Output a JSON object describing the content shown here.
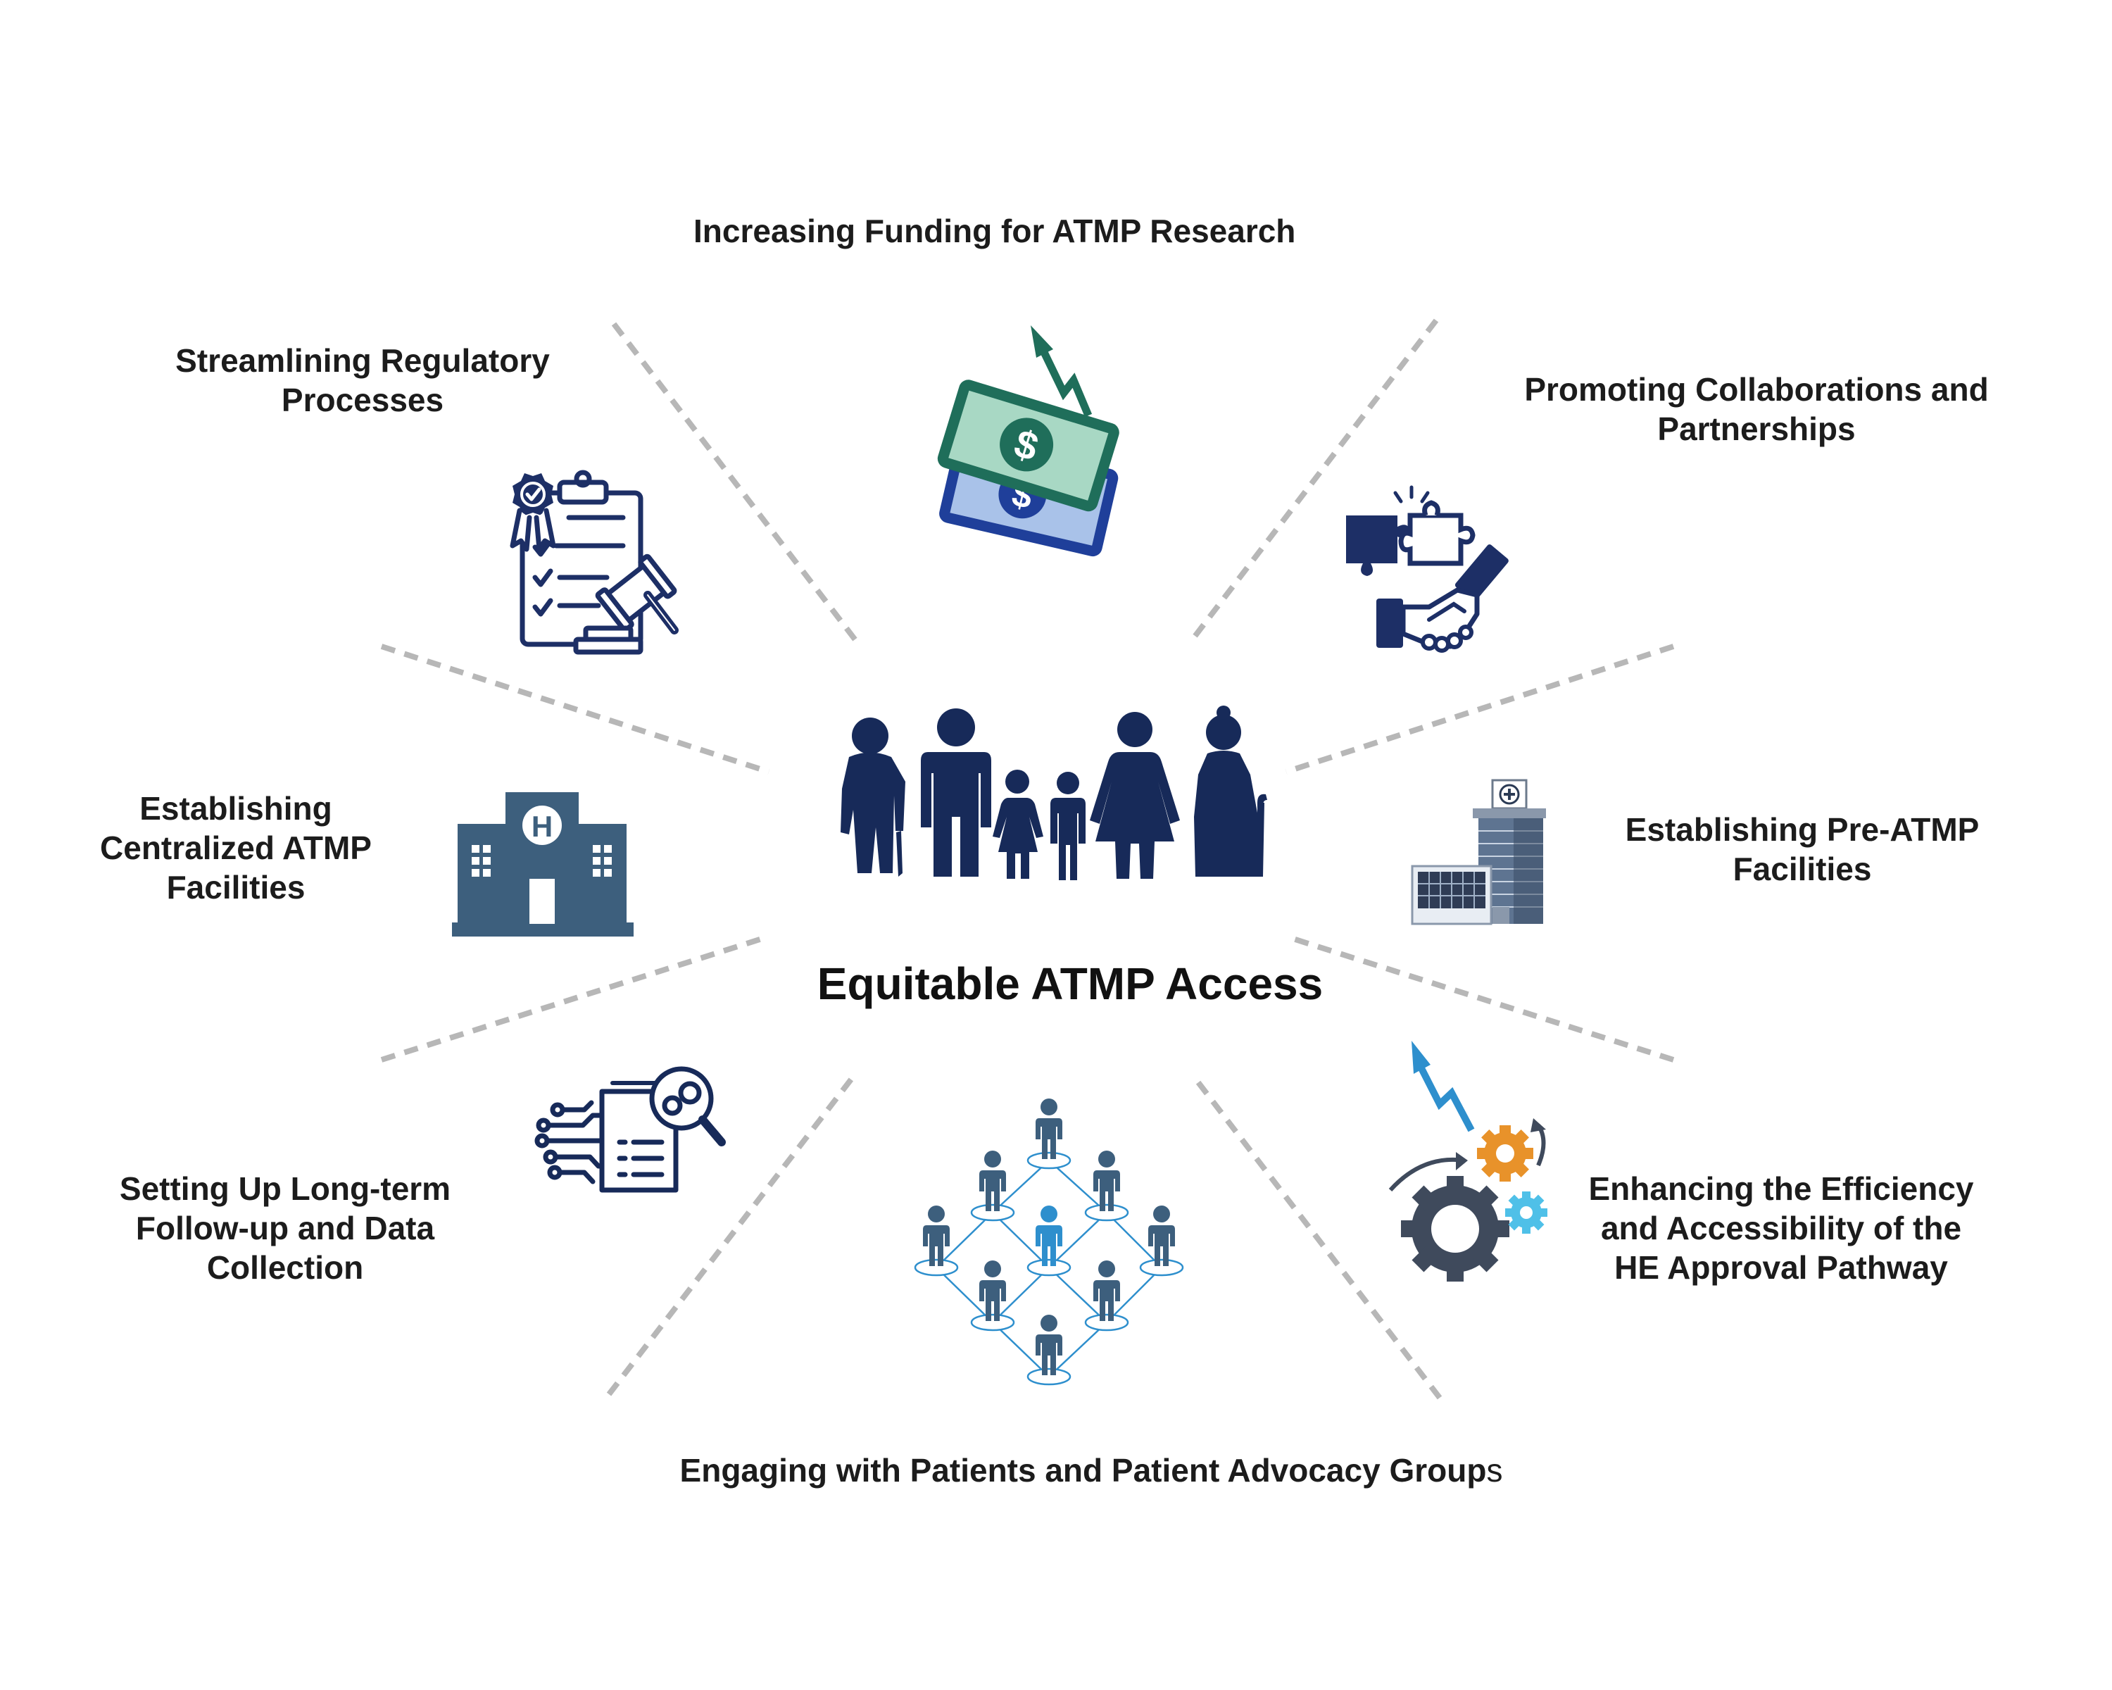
{
  "center": {
    "title": "Equitable ATMP Access"
  },
  "strategies": {
    "funding": {
      "lines": [
        "Increasing Funding for ATMP Research"
      ]
    },
    "regulatory": {
      "lines": [
        "Streamlining Regulatory",
        "Processes"
      ]
    },
    "collaborations": {
      "lines": [
        "Promoting Collaborations and",
        "Partnerships"
      ]
    },
    "centralized": {
      "lines": [
        "Establishing",
        "Centralized ATMP",
        "Facilities"
      ]
    },
    "pre_atmp": {
      "lines": [
        "Establishing Pre-ATMP",
        "Facilities"
      ]
    },
    "followup": {
      "lines": [
        "Setting Up Long-term",
        "Follow-up and Data",
        "Collection"
      ]
    },
    "efficiency": {
      "lines": [
        "Enhancing the Efficiency",
        "and Accessibility of the",
        "HE Approval Pathway"
      ]
    },
    "patients": {
      "text": "Engaging with Patients and Patient Advocacy Group",
      "tail": "s"
    }
  },
  "icons": {
    "center": "family-icon",
    "funding": "money-growth-icon",
    "regulatory": "regulatory-checklist-gavel-icon",
    "collaborations": "puzzle-handshake-icon",
    "centralized": "hospital-building-icon",
    "pre_atmp": "clinic-tower-icon",
    "followup": "data-document-analysis-icon",
    "efficiency": "gears-growth-icon",
    "patients": "patient-network-icon"
  },
  "colors": {
    "navy": "#1d2f66",
    "dark_navy": "#172a59",
    "teal_green": "#1f6e5a",
    "mint": "#a8d8c4",
    "blue_bill": "#1f3f9a",
    "light_blue_bill": "#a9c2e9",
    "steel_blue": "#3d5f7d",
    "slate": "#3f4a5c",
    "bright_blue": "#2e8fcd",
    "orange": "#e8922a",
    "cyan": "#4fc0e8",
    "dash_gray": "#b7b7b7",
    "text": "#1c1c1c"
  }
}
